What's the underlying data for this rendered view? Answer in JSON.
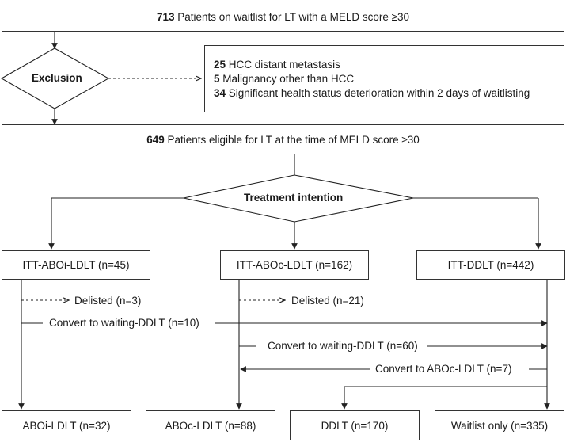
{
  "top_box": {
    "count": "713",
    "text": " Patients on waitlist for LT with a MELD score ≥30"
  },
  "exclusion": {
    "label": "Exclusion",
    "items": [
      {
        "count": "25",
        "text": " HCC distant metastasis"
      },
      {
        "count": "5",
        "text": " Malignancy other than HCC"
      },
      {
        "count": "34",
        "text": " Significant health status deterioration within 2 days of waitlisting"
      }
    ]
  },
  "eligible_box": {
    "count": "649",
    "text": " Patients eligible for LT at the time of MELD score ≥30"
  },
  "treatment": {
    "label": "Treatment intention"
  },
  "groups": {
    "abo_i": "ITT-ABOi-LDLT (n=45)",
    "abo_c": "ITT-ABOc-LDLT (n=162)",
    "ddlt": "ITT-DDLT (n=442)"
  },
  "transitions": {
    "abo_i_delisted": "Delisted (n=3)",
    "abo_i_convert": "Convert to waiting-DDLT (n=10)",
    "abo_c_delisted": "Delisted (n=21)",
    "abo_c_convert": "Convert to waiting-DDLT (n=60)",
    "ddlt_convert": "Convert to ABOc-LDLT (n=7)"
  },
  "outcomes": {
    "abo_i": "ABOi-LDLT (n=32)",
    "abo_c": "ABOc-LDLT (n=88)",
    "ddlt": "DDLT (n=170)",
    "waitlist": "Waitlist only (n=335)"
  }
}
